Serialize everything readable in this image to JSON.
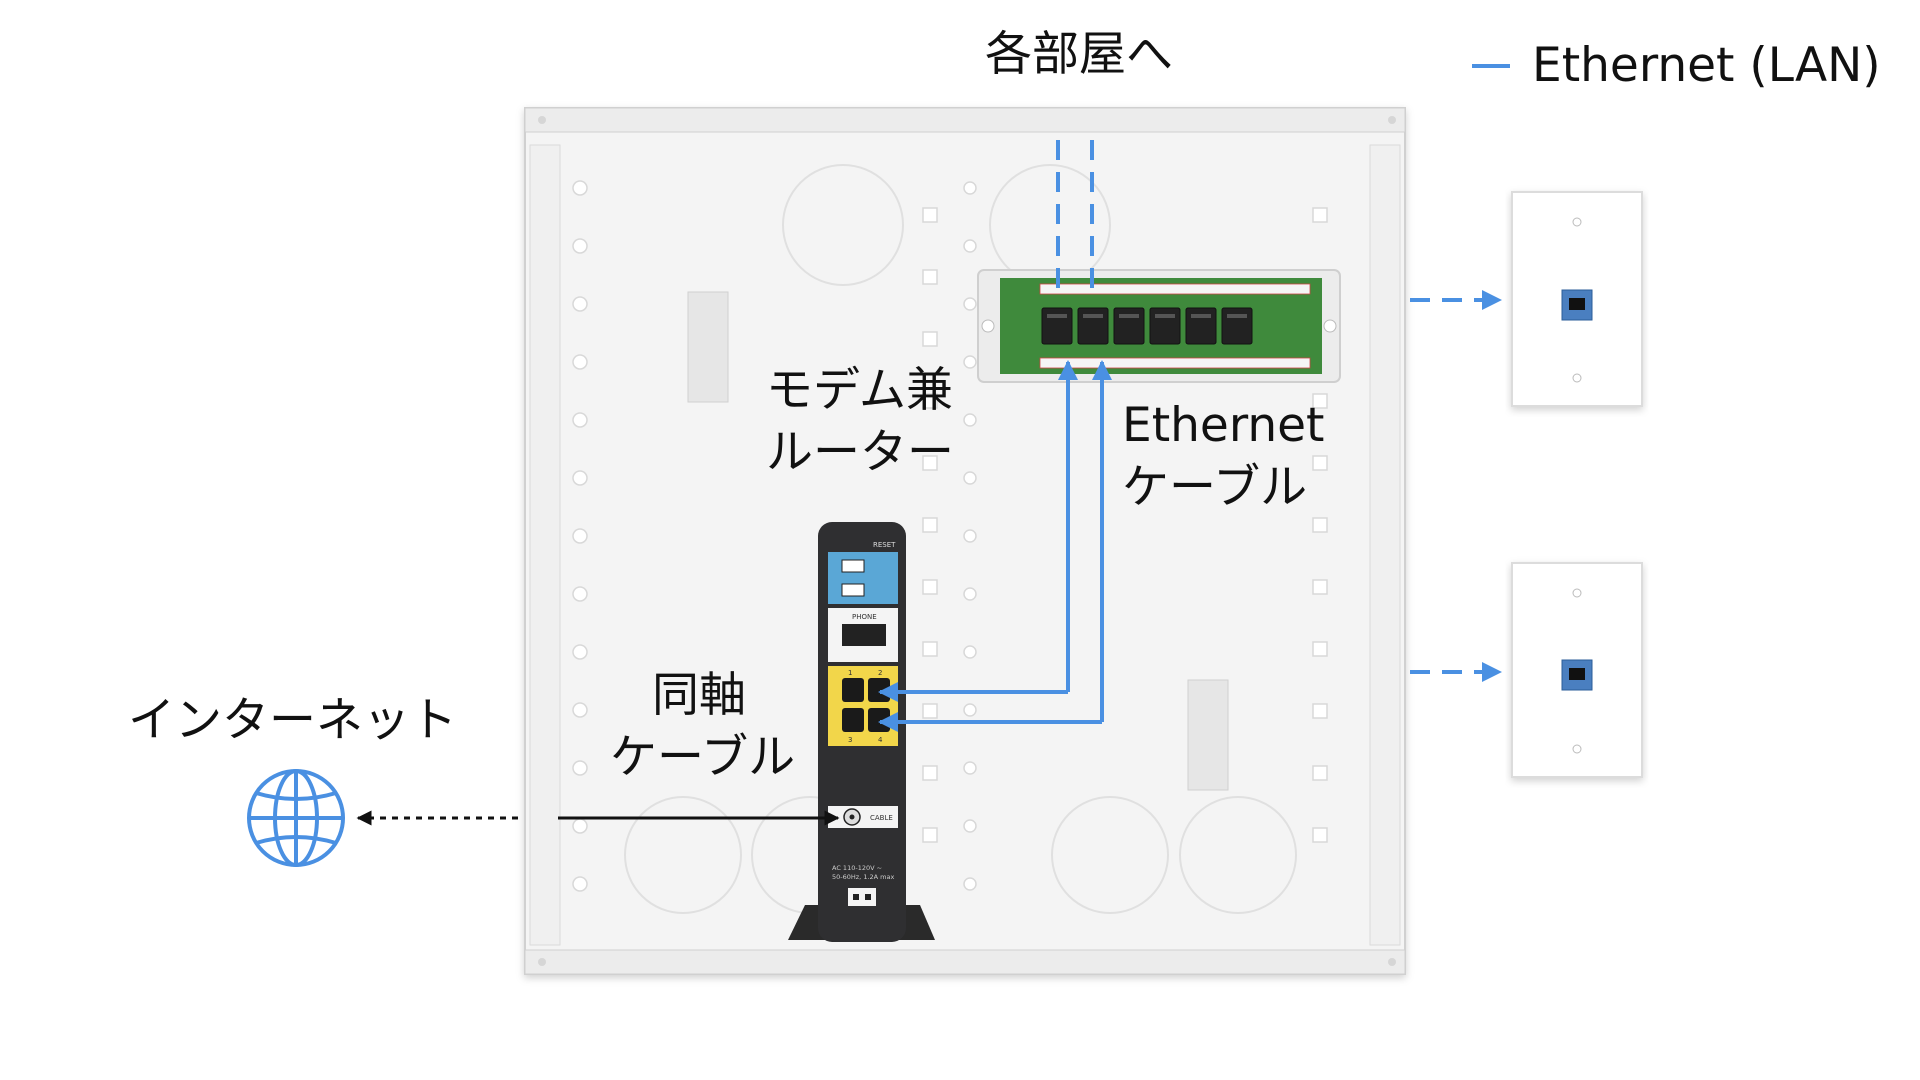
{
  "labels": {
    "to_rooms": "各部屋へ",
    "modem_router": [
      "モデム兼",
      "ルーター"
    ],
    "ethernet_cable": [
      "Ethernet",
      "ケーブル"
    ],
    "coax_cable": [
      "同軸",
      "ケーブル"
    ],
    "internet": "インターネット"
  },
  "legend": {
    "text": "Ethernet (LAN)",
    "color": "#4a90e2"
  },
  "modem": {
    "reset": "RESET",
    "phone": "PHONE",
    "cable": "CABLE",
    "port_numbers": [
      "1",
      "2",
      "3",
      "4"
    ],
    "power": [
      "AC 110-120V ~",
      "50-60Hz, 1.2A max"
    ]
  },
  "colors": {
    "ethernet": "#4a90e2",
    "coax": "#111111",
    "panel": "#f1f1f1",
    "board": "#3f8a3c",
    "modem_body": "#2f2f31",
    "modem_blue": "#5aa7d6",
    "modem_yellow": "#f2d64a"
  },
  "icons": [
    "globe-icon",
    "wall-jack-icon",
    "arrow-icon"
  ]
}
